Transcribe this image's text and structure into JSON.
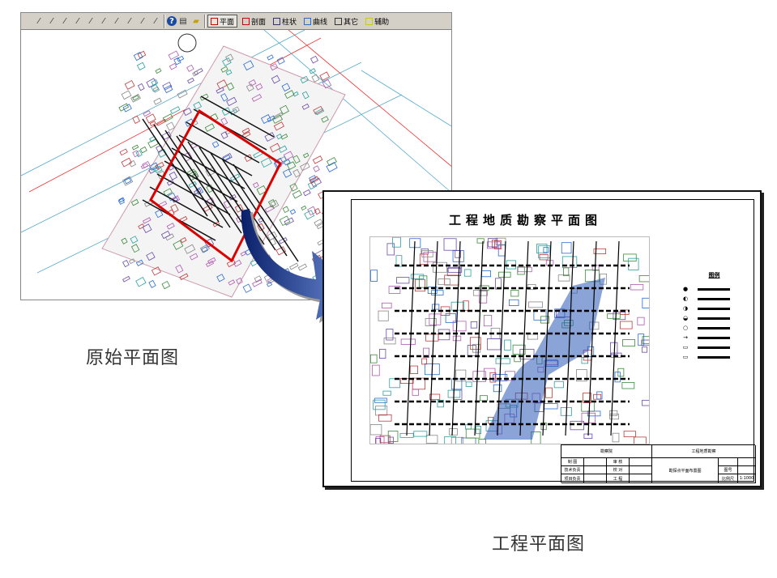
{
  "toolbar": {
    "tools": [
      "pencil-a",
      "pencil-b",
      "pencil-c",
      "pencil-d",
      "pencil-e",
      "pencil-f",
      "pencil-g",
      "pencil-h",
      "pencil-i",
      "pencil-j"
    ],
    "buttons": [
      {
        "label": "平面",
        "active": true
      },
      {
        "label": "剖面"
      },
      {
        "label": "柱状"
      },
      {
        "label": "曲线"
      },
      {
        "label": "其它"
      },
      {
        "label": "辅助"
      }
    ]
  },
  "captions": {
    "original": "原始平面图",
    "engineering": "工程平面图"
  },
  "sheet": {
    "title": "工程地质勘察平面图",
    "legend_title": "图例",
    "legend": [
      {
        "sym": "●"
      },
      {
        "sym": "◐"
      },
      {
        "sym": "◑"
      },
      {
        "sym": "◒"
      },
      {
        "sym": "○"
      },
      {
        "sym": "→"
      },
      {
        "sym": "▭"
      },
      {
        "sym": "▭"
      }
    ],
    "titleblock": {
      "company": "勘察院",
      "project": "工程地质勘察",
      "drawing": "勘探点平面布置图",
      "r1a": "制 图",
      "r1b": "审 核",
      "r2a": "技术负责",
      "r2b": "校 对",
      "r3a": "项目负责",
      "r3b": "工 程",
      "n1": "图号",
      "n2": "比例尺",
      "scale": "1:1000"
    }
  },
  "colors": {
    "frame": "#d90000",
    "arrow": "#1a3a9a"
  }
}
